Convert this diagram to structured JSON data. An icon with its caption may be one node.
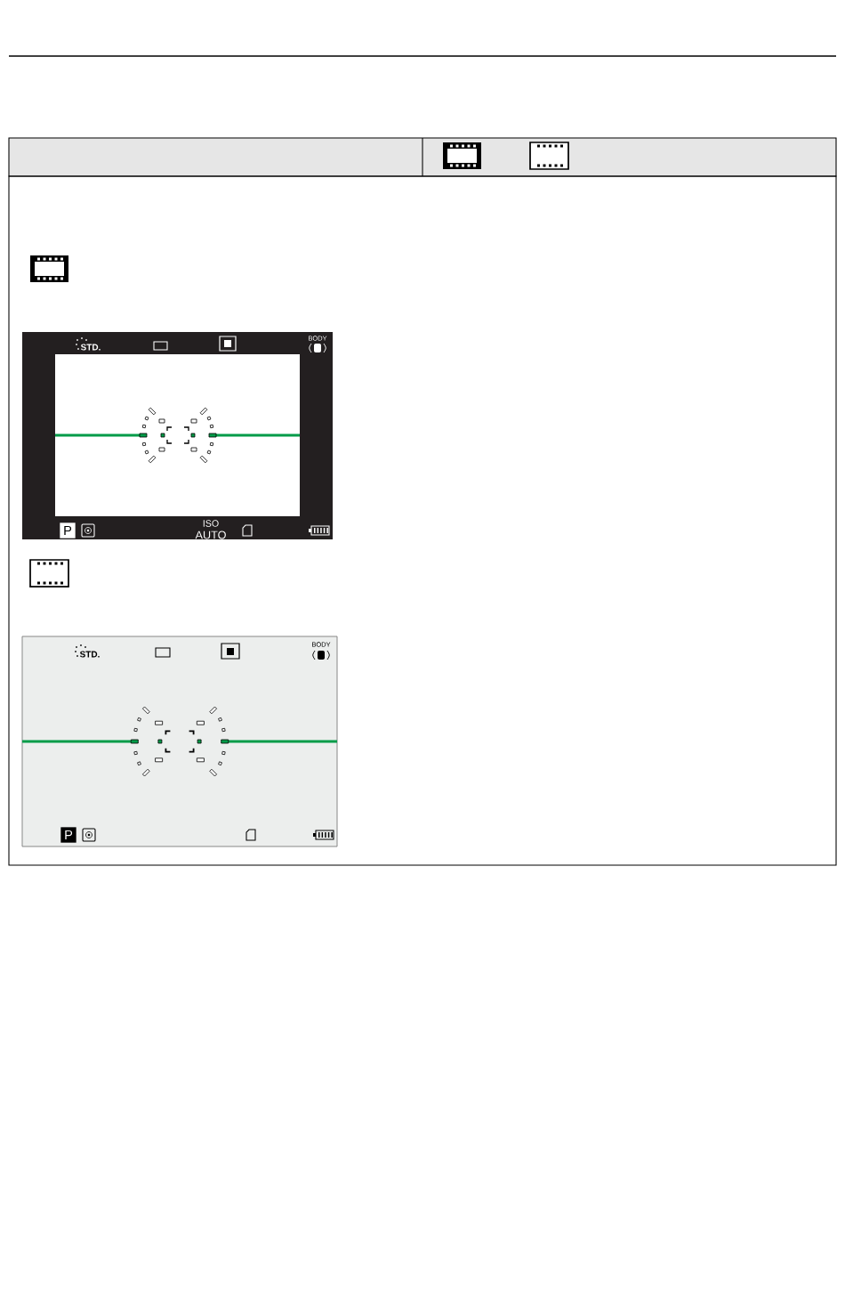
{
  "diagram": {
    "labels": [
      "STD.",
      "BODY",
      "P",
      "ISO",
      "AUTO",
      "STD.",
      "BODY",
      "P"
    ]
  }
}
